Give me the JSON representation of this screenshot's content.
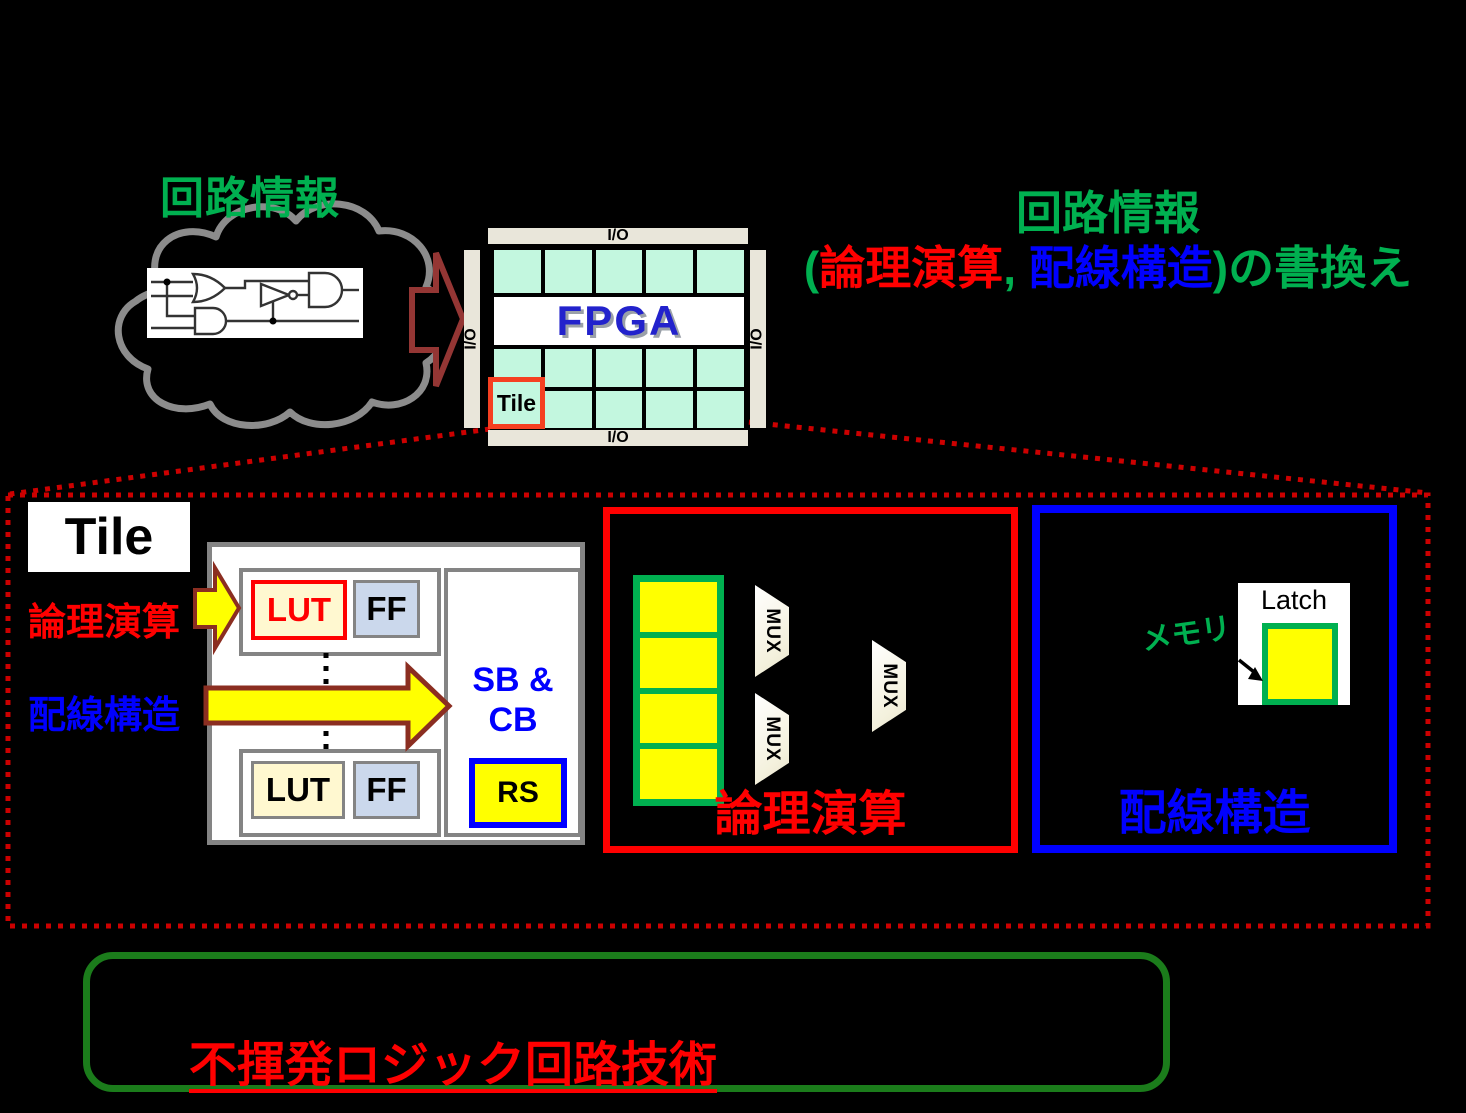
{
  "colors": {
    "background": "#000000",
    "green_text": "#00B050",
    "red": "#FF0000",
    "blue": "#0000FF",
    "dark_red_arrow": "#943634",
    "dotted_red": "#CC0000",
    "mint_cell": "#C3F7DF",
    "io_strip": "#E9E6DA",
    "yellow": "#FFFF00",
    "tile_highlight_border": "#F54021",
    "bottom_box_border": "#1B7C1B"
  },
  "cloud": {
    "label": "回路情報"
  },
  "fpga": {
    "title": "FPGA",
    "io_label": "I/O",
    "tile_label": "Tile"
  },
  "rewrite_caption": {
    "line1": "回路情報",
    "paren_open": "(",
    "logic": "論理演算",
    "comma": ", ",
    "wiring": "配線構造",
    "paren_close": ")",
    "suffix": "の書換え"
  },
  "tile_detail": {
    "title": "Tile",
    "logic_label": "論理演算",
    "wiring_label": "配線構造",
    "lut_label": "LUT",
    "ff_label": "FF",
    "sb_cb_line1": "SB &",
    "sb_cb_line2": "CB",
    "rs_label": "RS"
  },
  "logic_block": {
    "mux_label": "MUX",
    "caption": "論理演算"
  },
  "wiring_block": {
    "memory_label": "メモリ",
    "latch_label": "Latch",
    "caption": "配線構造"
  },
  "bottom_banner": {
    "text": "不揮発ロジック回路技術"
  }
}
